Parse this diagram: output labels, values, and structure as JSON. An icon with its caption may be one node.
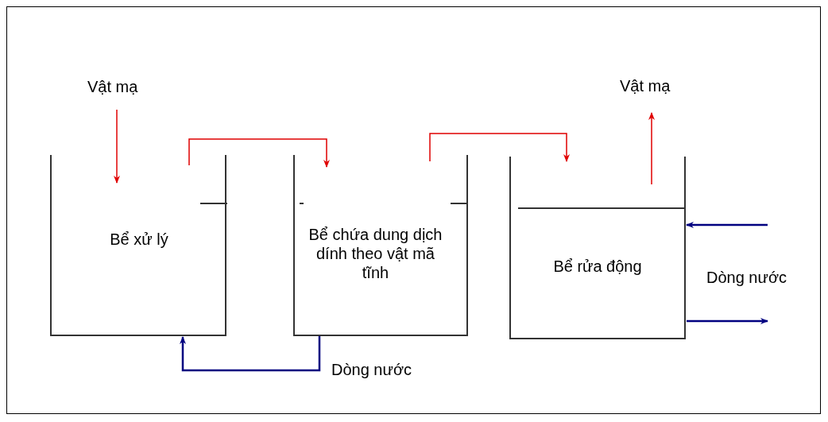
{
  "diagram": {
    "nodes": [
      {
        "text": [
          "Vật mạ"
        ]
      },
      {
        "text": [
          "Bể xử lý"
        ]
      },
      {
        "text": [
          "Bể chứa dung dịch dính theo vật mã tĩnh"
        ]
      },
      {
        "text": [
          "Bể rửa động"
        ]
      },
      {
        "text": [
          "Vật mạ"
        ]
      }
    ],
    "edges": [
      {
        "from": 0,
        "to": 1,
        "arrow": "to"
      },
      {
        "from": 1,
        "to": 2,
        "arrow": "to"
      },
      {
        "from": 2,
        "to": 3,
        "arrow": "to"
      },
      {
        "from": 3,
        "to": 4,
        "arrow": "to"
      },
      {
        "from": null,
        "to": 3,
        "arrow": "to",
        "color": "#000080"
      },
      {
        "from": 3,
        "to": null,
        "arrow": "to",
        "color": "#000080"
      },
      {
        "from": 2,
        "to": 1,
        "arrow": "to",
        "color": "#000080"
      }
    ],
    "labels": [
      "Dòng nước",
      "Dòng nước"
    ]
  }
}
